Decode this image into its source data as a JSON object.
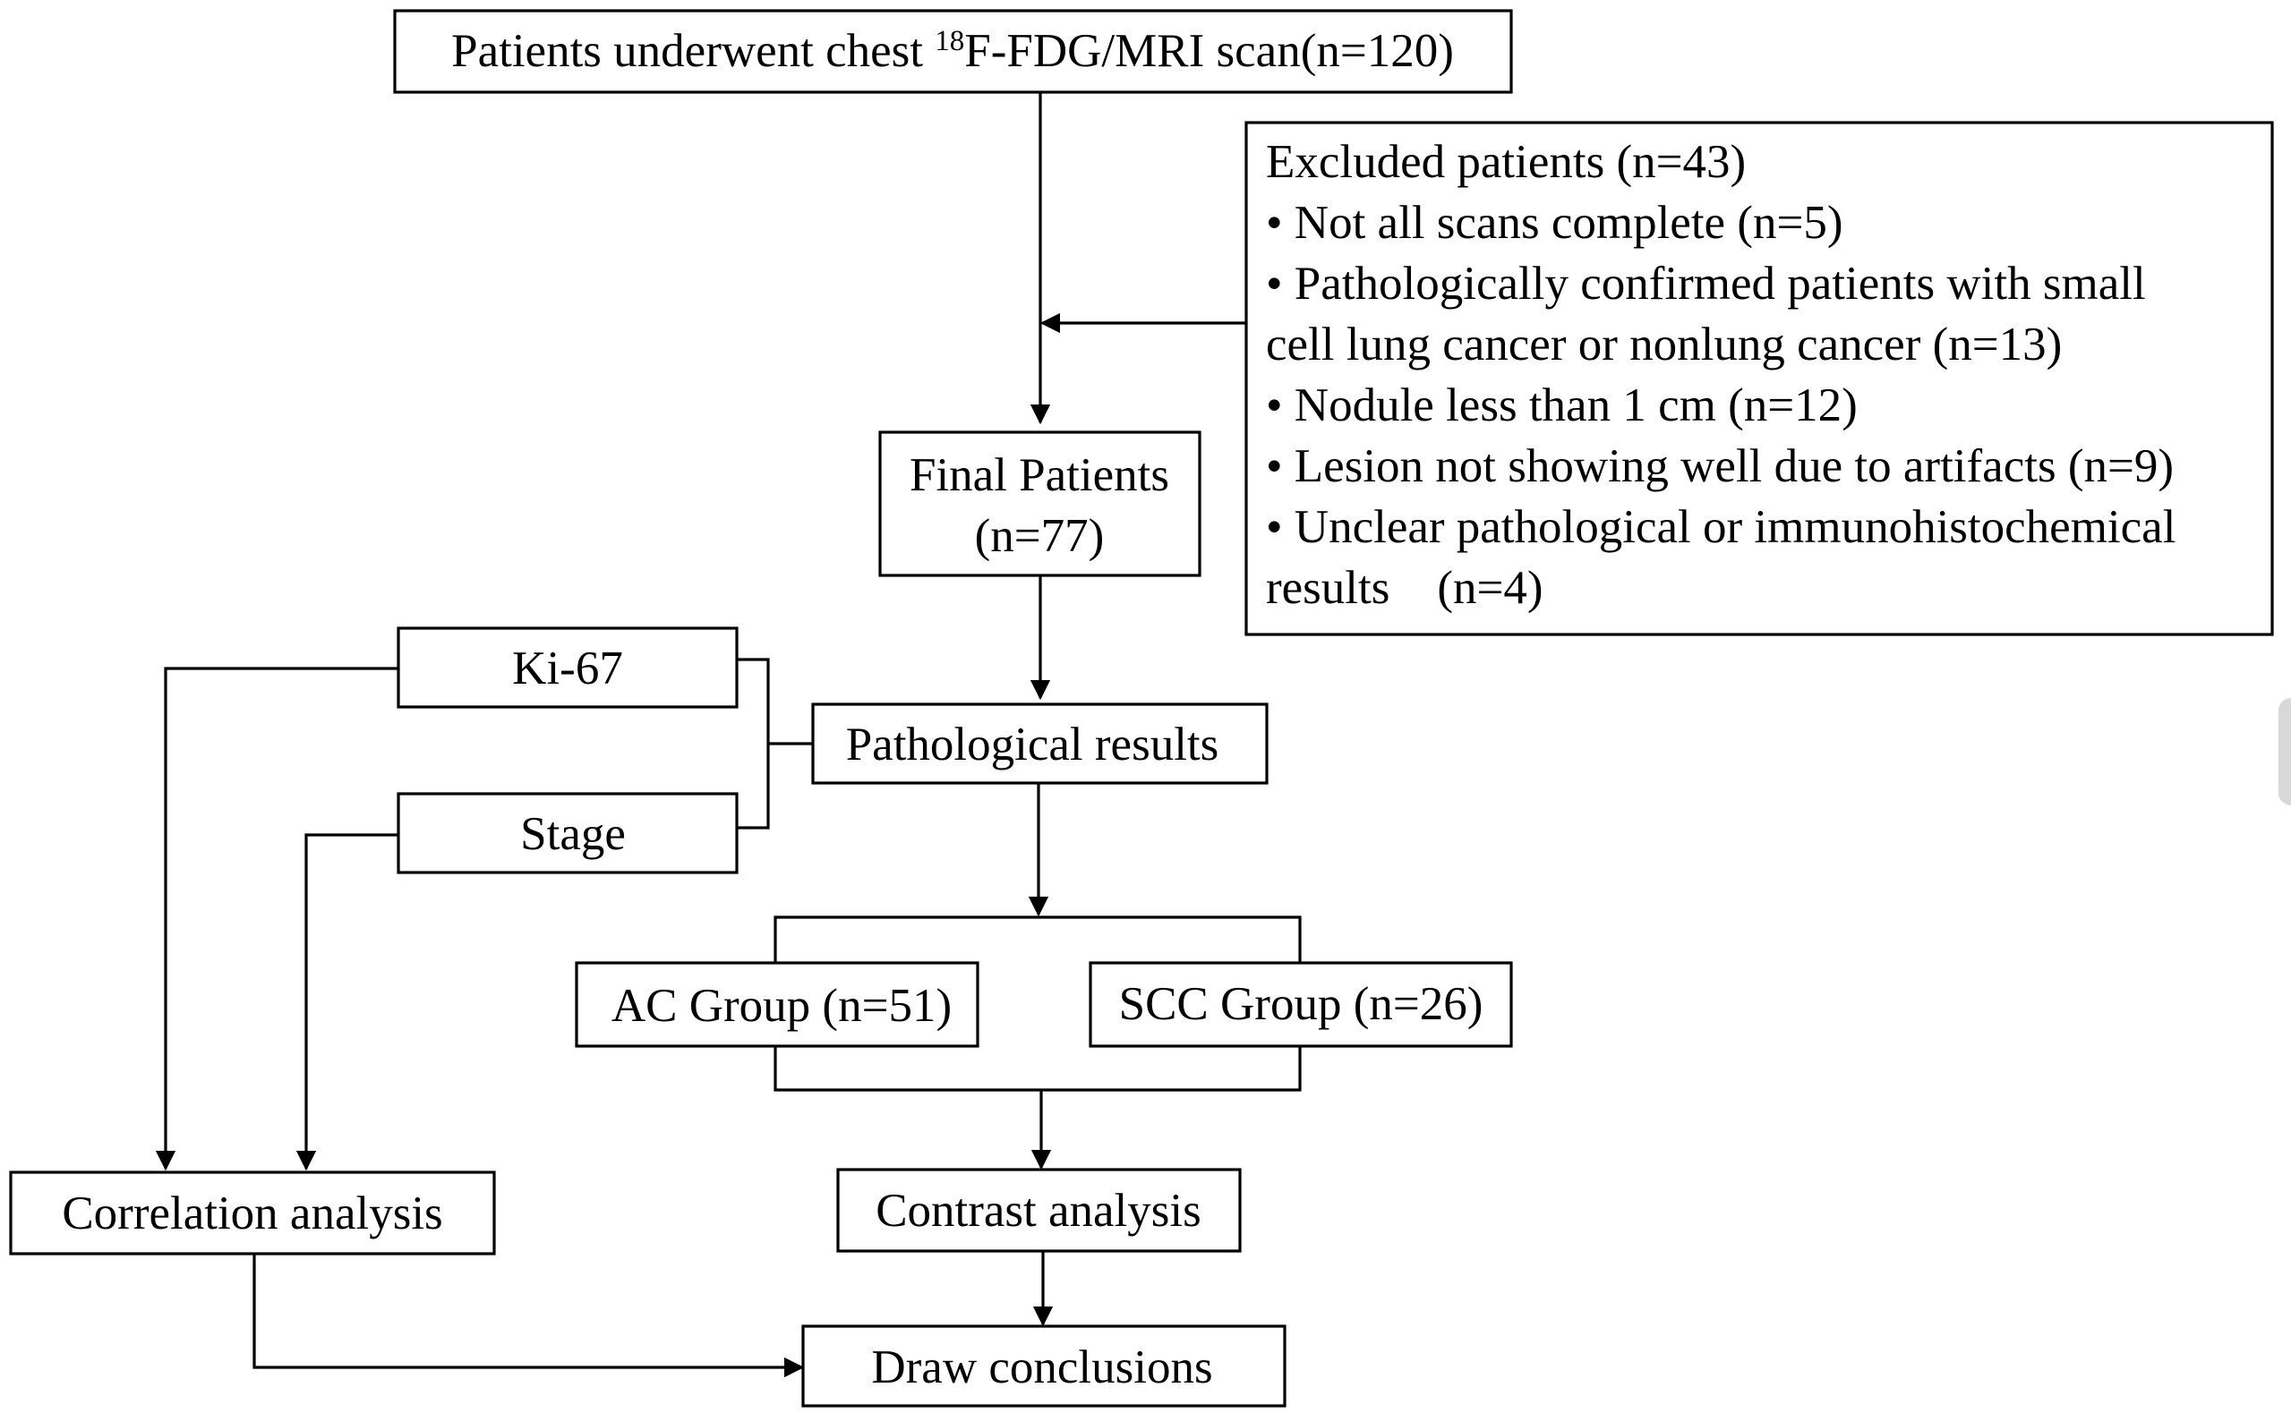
{
  "flowchart": {
    "top": {
      "prefix": "Patients underwent chest ",
      "superscript": "18",
      "suffix": "F-FDG/MRI scan(n=120)"
    },
    "excluded": {
      "title": "Excluded patients (n=43)",
      "lines": [
        "• Not all scans complete (n=5)",
        "• Pathologically confirmed patients with small",
        "cell lung cancer or nonlung cancer (n=13)",
        "• Nodule less than 1 cm (n=12)",
        "• Lesion not showing well due to artifacts (n=9)",
        "• Unclear pathological or immunohistochemical",
        "results    (n=4)"
      ]
    },
    "final": {
      "line1": "Final Patients",
      "line2": "(n=77)"
    },
    "ki67": "Ki-67",
    "stage": "Stage",
    "pathological": "Pathological results",
    "ac_group": "AC Group (n=51)",
    "scc_group": "SCC Group (n=26)",
    "correlation": "Correlation analysis",
    "contrast": "Contrast analysis",
    "conclusions": "Draw conclusions"
  }
}
